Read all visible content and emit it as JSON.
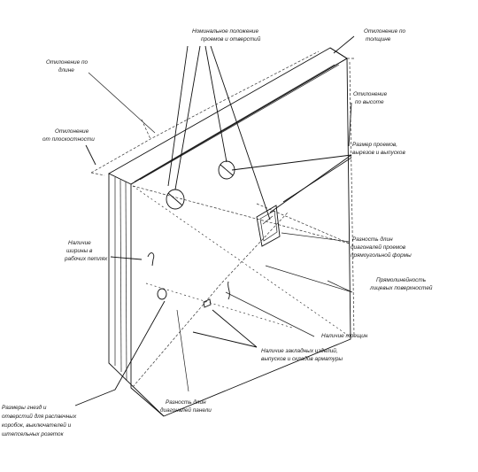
{
  "labels": {
    "position_holes": [
      "Номинальное положение",
      "проемов и отверстий"
    ],
    "deviation_thickness": [
      "Отклонение по",
      "толщине"
    ],
    "deviation_length": [
      "Отклонение по",
      "длине"
    ],
    "deviation_height": [
      "Отклонение",
      "по высоте"
    ],
    "deviation_flatness": [
      "Отклонение",
      "от плоскостности"
    ],
    "size_openings": [
      "Размер проемов,",
      "вырезов и выпусков"
    ],
    "fittings": [
      "Наличие",
      "ширины в",
      "рабочих петлях"
    ],
    "diag_openings": [
      "Разность длин",
      "диагоналей проемов",
      "прямоугольной формы"
    ],
    "straightness": [
      "Прямолинейность",
      "лицевых поверхностей"
    ],
    "cracks": [
      "Наличие трещин"
    ],
    "embedded": [
      "Наличие закладных изделий,",
      "выпусков и складов арматуры"
    ],
    "diag_panel": [
      "Разность длин",
      "диагоналей панели"
    ],
    "sockets": [
      "Размеры гнезд и",
      "отверстий для распаечных",
      "коробок, выключателей и",
      "штепсельных розеток"
    ]
  }
}
